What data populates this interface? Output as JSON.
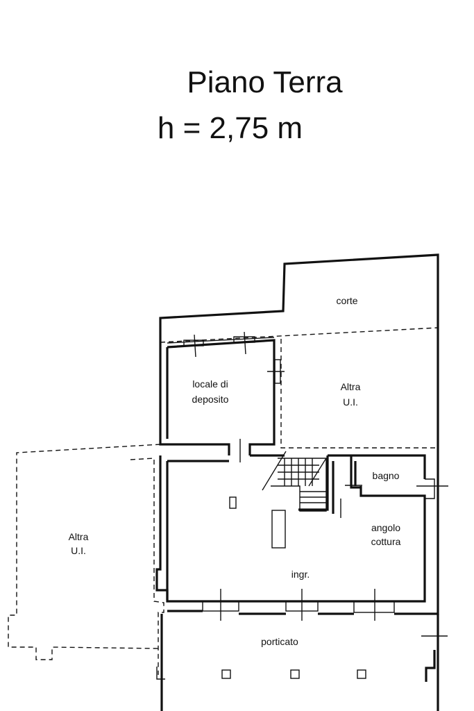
{
  "header": {
    "title": "Piano Terra",
    "height_note": "h = 2,75 m"
  },
  "rooms": {
    "corte": "corte",
    "deposito_line1": "locale di",
    "deposito_line2": "deposito",
    "altra_ui_right_line1": "Altra",
    "altra_ui_right_line2": "U.I.",
    "altra_ui_left_line1": "Altra",
    "altra_ui_left_line2": "U.I.",
    "bagno": "bagno",
    "angolo_line1": "angolo",
    "angolo_line2": "cottura",
    "ingresso": "ingr.",
    "porticato": "porticato"
  }
}
